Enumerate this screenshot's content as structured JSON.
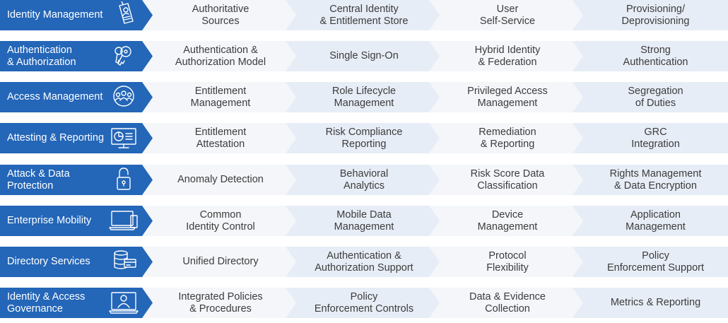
{
  "rows": [
    {
      "label": "Identity Management",
      "icon": "id-badge-icon",
      "cells": [
        "Authoritative\nSources",
        "Central Identity\n& Entitlement Store",
        "User\nSelf-Service",
        "Provisioning/\nDeprovisioning"
      ]
    },
    {
      "label": "Authentication\n& Authorization",
      "icon": "key-icon",
      "cells": [
        "Authentication &\nAuthorization Model",
        "Single Sign-On",
        "Hybrid Identity\n& Federation",
        "Strong\nAuthentication"
      ]
    },
    {
      "label": "Access Management",
      "icon": "people-group-icon",
      "cells": [
        "Entitlement\nManagement",
        "Role Lifecycle\nManagement",
        "Privileged Access\nManagement",
        "Segregation\nof Duties"
      ]
    },
    {
      "label": "Attesting & Reporting",
      "icon": "chart-monitor-icon",
      "cells": [
        "Entitlement\nAttestation",
        "Risk Compliance\nReporting",
        "Remediation\n& Reporting",
        "GRC\nIntegration"
      ]
    },
    {
      "label": "Attack & Data\nProtection",
      "icon": "padlock-icon",
      "cells": [
        "Anomaly Detection",
        "Behavioral\nAnalytics",
        "Risk Score Data\nClassification",
        "Rights Management\n& Data Encryption"
      ]
    },
    {
      "label": "Enterprise Mobility",
      "icon": "laptop-phone-icon",
      "cells": [
        "Common\nIdentity Control",
        "Mobile Data\nManagement",
        "Device\nManagement",
        "Application\nManagement"
      ]
    },
    {
      "label": "Directory Services",
      "icon": "database-card-icon",
      "cells": [
        "Unified Directory",
        "Authentication &\nAuthorization Support",
        "Protocol\nFlexibility",
        "Policy\nEnforcement Support"
      ]
    },
    {
      "label": "Identity & Access\nGovernance",
      "icon": "user-monitor-icon",
      "cells": [
        "Integrated Policies\n& Procedures",
        "Policy\nEnforcement Controls",
        "Data & Evidence\nCollection",
        "Metrics & Reporting"
      ]
    }
  ],
  "colors": {
    "header": "#2466b8",
    "cell_light": "#f4f6fa",
    "cell_dark": "#e7edf6",
    "text": "#3c3c3c"
  }
}
